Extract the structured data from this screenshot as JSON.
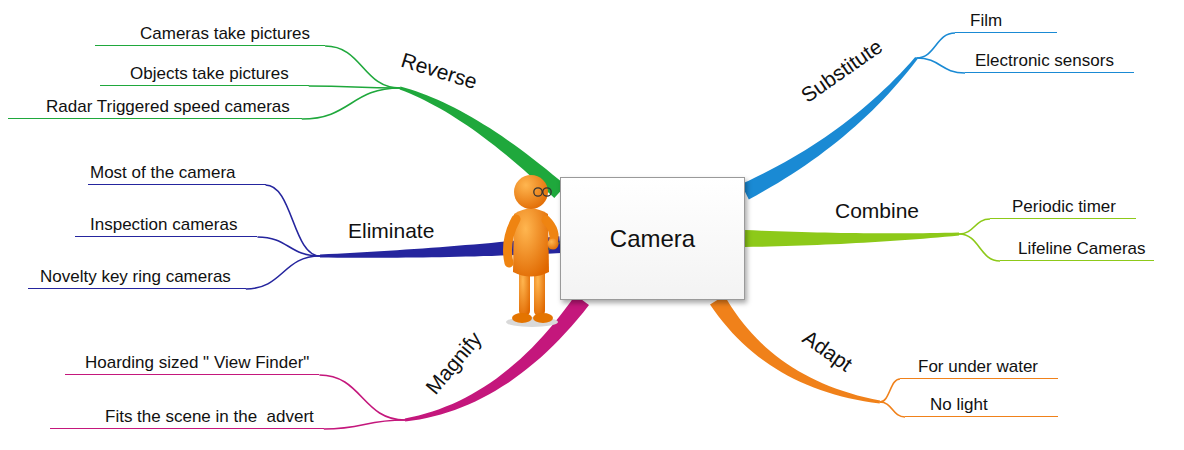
{
  "diagram": {
    "nodes": [
      {
        "text": [
          "Camera"
        ]
      },
      {
        "text": [
          "Reverse"
        ]
      },
      {
        "text": [
          "Cameras take pictures"
        ]
      },
      {
        "text": [
          "Objects take pictures"
        ]
      },
      {
        "text": [
          "Radar Triggered speed cameras"
        ]
      },
      {
        "text": [
          "Substitute"
        ]
      },
      {
        "text": [
          "Film"
        ]
      },
      {
        "text": [
          "Electronic sensors"
        ]
      },
      {
        "text": [
          "Eliminate"
        ]
      },
      {
        "text": [
          "Most of the camera"
        ]
      },
      {
        "text": [
          "Inspection cameras"
        ]
      },
      {
        "text": [
          "Novelty key ring cameras"
        ]
      },
      {
        "text": [
          "Combine"
        ]
      },
      {
        "text": [
          "Periodic timer"
        ]
      },
      {
        "text": [
          "Lifeline Cameras"
        ]
      },
      {
        "text": [
          "Magnify"
        ]
      },
      {
        "text": [
          "Hoarding sized \" View Finder\""
        ]
      },
      {
        "text": [
          "Fits the scene in the  advert"
        ]
      },
      {
        "text": [
          "Adapt"
        ]
      },
      {
        "text": [
          "For under water"
        ]
      },
      {
        "text": [
          "No light"
        ]
      }
    ],
    "edges": [
      {
        "from": 0,
        "to": 1,
        "arrow": "none"
      },
      {
        "from": 1,
        "to": 2,
        "arrow": "none"
      },
      {
        "from": 1,
        "to": 3,
        "arrow": "none"
      },
      {
        "from": 1,
        "to": 4,
        "arrow": "none"
      },
      {
        "from": 0,
        "to": 5,
        "arrow": "none"
      },
      {
        "from": 5,
        "to": 6,
        "arrow": "none"
      },
      {
        "from": 5,
        "to": 7,
        "arrow": "none"
      },
      {
        "from": 0,
        "to": 8,
        "arrow": "none"
      },
      {
        "from": 8,
        "to": 9,
        "arrow": "none"
      },
      {
        "from": 8,
        "to": 10,
        "arrow": "none"
      },
      {
        "from": 8,
        "to": 11,
        "arrow": "none"
      },
      {
        "from": 0,
        "to": 12,
        "arrow": "none"
      },
      {
        "from": 12,
        "to": 13,
        "arrow": "none"
      },
      {
        "from": 12,
        "to": 14,
        "arrow": "none"
      },
      {
        "from": 0,
        "to": 15,
        "arrow": "none"
      },
      {
        "from": 15,
        "to": 16,
        "arrow": "none"
      },
      {
        "from": 15,
        "to": 17,
        "arrow": "none"
      },
      {
        "from": 0,
        "to": 18,
        "arrow": "none"
      },
      {
        "from": 18,
        "to": 19,
        "arrow": "none"
      },
      {
        "from": 18,
        "to": 20,
        "arrow": "none"
      }
    ]
  }
}
